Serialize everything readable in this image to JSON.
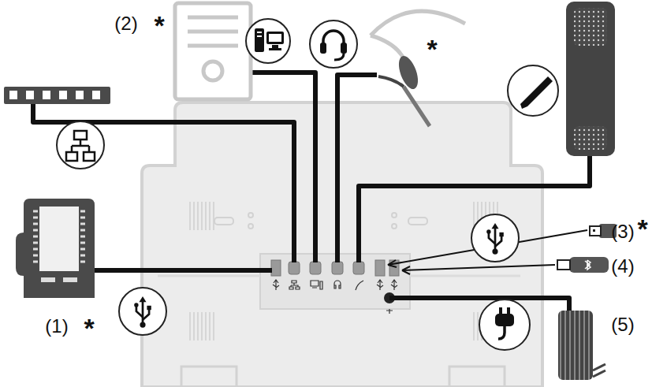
{
  "diagram": {
    "labels": [
      "(2)",
      "*",
      "*",
      "(3)",
      "*",
      "(4)",
      "(1)",
      "*",
      "(5)"
    ]
  }
}
